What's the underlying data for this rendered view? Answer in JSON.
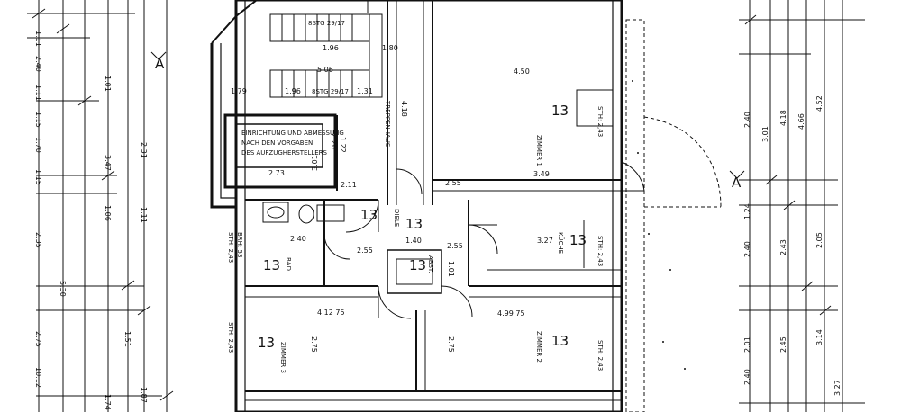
{
  "rooms": {
    "zimmer1": {
      "number": "13",
      "name": "ZIMMER 1",
      "height": "STH: 2,43",
      "width": "4.50",
      "depth": "3.49"
    },
    "zimmer2": {
      "number": "13",
      "name": "ZIMMER 2",
      "height": "STH: 2,43",
      "width": "4.99 75"
    },
    "zimmer3": {
      "number": "13",
      "name": "ZIMMER 3",
      "height": "STH: 2,43",
      "width": "4.12 75",
      "depth": "2.75"
    },
    "diele": {
      "number": "13",
      "name": "DIELE",
      "width": "1.40"
    },
    "kueche": {
      "number": "13",
      "name": "KÜCHE",
      "height": "STH: 2,43",
      "width": "3.27"
    },
    "bad": {
      "number": "13",
      "name": "BAD",
      "height": "STH: 2,43",
      "parapet": "BRH: 53"
    },
    "treppenhaus": {
      "name": "TREPPENHAUS"
    },
    "abst": {
      "number": "13",
      "name": "ABST."
    },
    "wc": {
      "number": "13"
    }
  },
  "notes": {
    "installation": [
      "EINRICHTUNG UND ABMESSUNG",
      "NACH DEN VORGABEN",
      "DES AUFZUGHERSTELLERS"
    ],
    "stair_top": "8STG 29/17",
    "stair_mid": "8STG 29/17",
    "section": "A"
  },
  "dimensions": {
    "left_outer": [
      "1.11",
      "2.40",
      "1.11",
      "1.15",
      "1.70",
      "1.15",
      "2.35",
      "5.30",
      "2.75",
      "10.12"
    ],
    "left_inner": [
      "1.01",
      "2.31",
      "3.47",
      "1.06",
      "1.11",
      "1.51",
      "1.87",
      "1.74"
    ],
    "right_outer": [
      "4.52",
      "4.66",
      "2.05",
      "3.14",
      "3.27"
    ],
    "right_inner": [
      "4.18",
      "3.01",
      "2.40",
      "1.24",
      "2.40",
      "2.01",
      "2.40",
      "2.43",
      "2.45"
    ],
    "center": [
      "2.73",
      "2.26",
      "1.79",
      "1.96",
      "1.31",
      "4.18",
      "1.22",
      "2.11",
      "2.55",
      "2.55",
      "2.40",
      "2.55",
      "1.01",
      "2.75",
      "5.06",
      "1.80",
      "1.96",
      "3.01"
    ]
  }
}
